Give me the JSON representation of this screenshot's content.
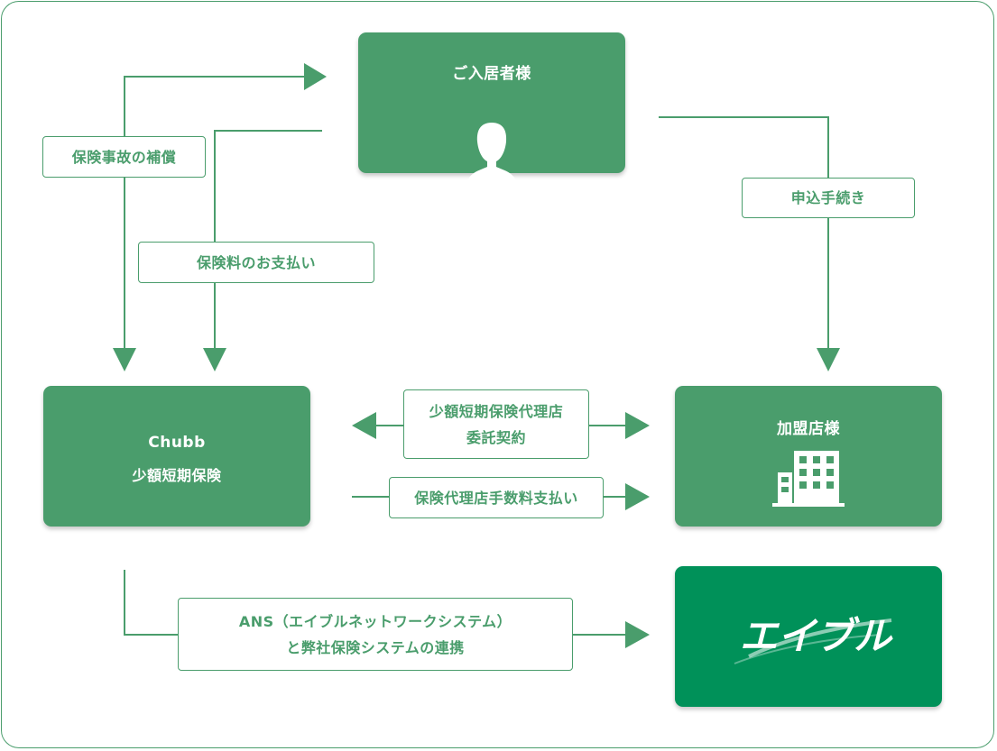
{
  "nodes": {
    "resident": {
      "title": "ご入居者様"
    },
    "chubb": {
      "title": "Chubb",
      "subtitle": "少額短期保険"
    },
    "member_store": {
      "title": "加盟店様"
    },
    "able": {
      "logo_text": "エイブル"
    }
  },
  "labels": {
    "compensation": "保険事故の補償",
    "premium_payment": "保険料のお支払い",
    "application": "申込手続き",
    "agency_contract_line1": "少額短期保険代理店",
    "agency_contract_line2": "委託契約",
    "agency_fee": "保険代理店手数料支払い",
    "ans_line1": "ANS（エイブルネットワークシステム）",
    "ans_line2": "と弊社保険システムの連携"
  },
  "colors": {
    "accent_green": "#4a9d6c",
    "brand_green": "#009159",
    "background": "#ffffff"
  },
  "icons": {
    "resident": "person-icon",
    "member_store": "building-icon",
    "able": "able-logo"
  }
}
